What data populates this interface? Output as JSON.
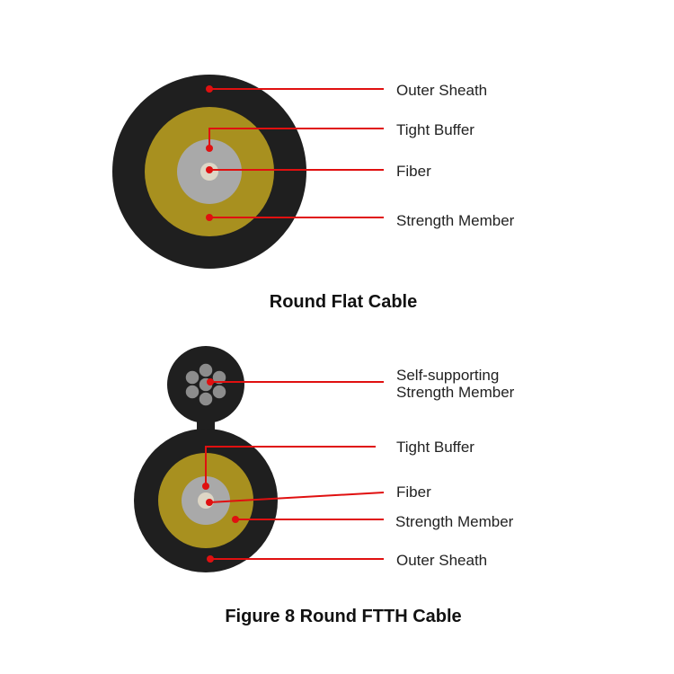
{
  "colors": {
    "sheath": "#1f1f1f",
    "strength_member": "#a8901f",
    "tight_buffer": "#a9a9a9",
    "fiber_core": "#ddd6c6",
    "steel_wire": "#8c8c8c",
    "leader_line": "#e01010"
  },
  "figure1": {
    "title": "Round Flat Cable",
    "labels": {
      "outer_sheath": "Outer Sheath",
      "tight_buffer": "Tight Buffer",
      "fiber": "Fiber",
      "strength_member": "Strength Member"
    }
  },
  "figure2": {
    "title": "Figure 8 Round FTTH Cable",
    "labels": {
      "self_supporting_line1": "Self-supporting",
      "self_supporting_line2": "Strength Member",
      "tight_buffer": "Tight Buffer",
      "fiber": "Fiber",
      "strength_member": "Strength Member",
      "outer_sheath": "Outer Sheath"
    }
  }
}
